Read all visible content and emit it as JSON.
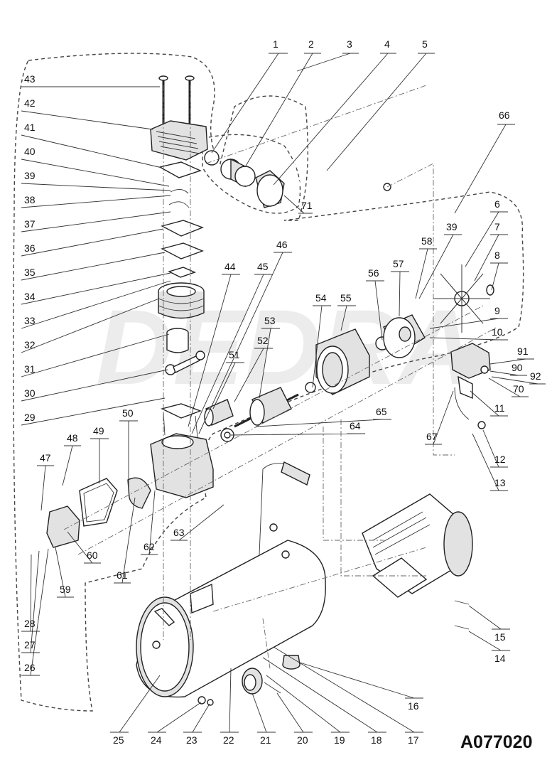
{
  "watermark": "DEDRA",
  "drawing_code": "A077020",
  "top_callouts": [
    "1",
    "2",
    "3",
    "4",
    "5",
    "66"
  ],
  "left_callouts": [
    "43",
    "42",
    "41",
    "40",
    "39",
    "38",
    "37",
    "36",
    "35",
    "34",
    "33",
    "32",
    "31",
    "30",
    "29"
  ],
  "right_callouts": [
    "6",
    "39",
    "58",
    "57",
    "7",
    "8",
    "56",
    "9",
    "10",
    "91",
    "90",
    "92",
    "70",
    "11",
    "67",
    "12",
    "13"
  ],
  "middle_callouts": [
    "44",
    "45",
    "46",
    "53",
    "52",
    "54",
    "55",
    "51",
    "65",
    "64",
    "71",
    "50",
    "49",
    "48",
    "47",
    "61",
    "62",
    "63",
    "60",
    "59",
    "28",
    "27",
    "26"
  ],
  "bottom_callouts": [
    "25",
    "24",
    "23",
    "22",
    "21",
    "20",
    "19",
    "18",
    "17",
    "16",
    "14",
    "15"
  ]
}
